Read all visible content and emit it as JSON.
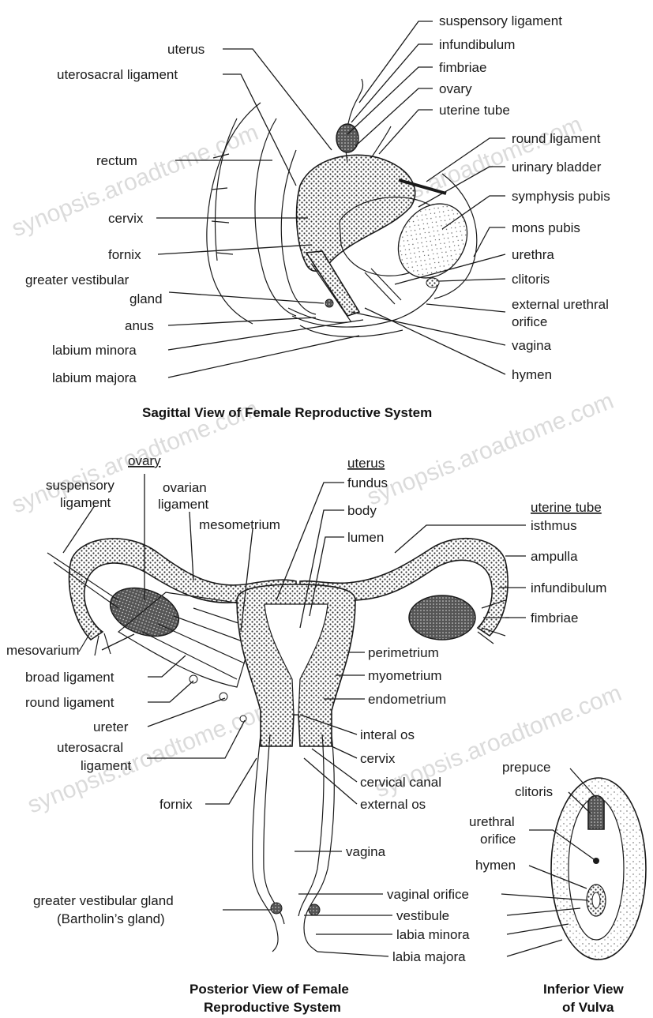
{
  "sagittal": {
    "title": "Sagittal View of Female Reproductive System",
    "labels": {
      "uterus": "uterus",
      "uterosacral": "uterosacral ligament",
      "rectum": "rectum",
      "cervix": "cervix",
      "fornix": "fornix",
      "gvg1": "greater vestibular",
      "gvg2": "gland",
      "anus": "anus",
      "labium_minora": "labium minora",
      "labium_majora": "labium majora",
      "suspensory": "suspensory ligament",
      "infundibulum": "infundibulum",
      "fimbriae": "fimbriae",
      "ovary": "ovary",
      "uterine_tube": "uterine tube",
      "round_ligament": "round ligament",
      "urinary_bladder": "urinary bladder",
      "symphysis": "symphysis pubis",
      "mons": "mons pubis",
      "urethra": "urethra",
      "clitoris": "clitoris",
      "eu_orifice1": "external urethral",
      "eu_orifice2": "orifice",
      "vagina": "vagina",
      "hymen": "hymen"
    }
  },
  "posterior": {
    "title1": "Posterior View of Female",
    "title2": "Reproductive System",
    "labels": {
      "ovary": "ovary",
      "suspensory1": "suspensory",
      "suspensory2": "ligament",
      "ovarian1": "ovarian",
      "ovarian2": "ligament",
      "mesometrium": "mesometrium",
      "uterus": "uterus",
      "fundus": "fundus",
      "body": "body",
      "lumen": "lumen",
      "uterine_tube": "uterine tube",
      "isthmus": "isthmus",
      "ampulla": "ampulla",
      "infundibulum": "infundibulum",
      "fimbriae": "fimbriae",
      "mesovarium": "mesovarium",
      "broad": "broad ligament",
      "round": "round ligament",
      "ureter": "ureter",
      "uterosacral1": "uterosacral",
      "uterosacral2": "ligament",
      "fornix": "fornix",
      "perimetrium": "perimetrium",
      "myometrium": "myometrium",
      "endometrium": "endometrium",
      "interal_os": "interal os",
      "cervix": "cervix",
      "cervical_canal": "cervical canal",
      "external_os": "external os",
      "vagina": "vagina",
      "gvg1": "greater vestibular gland",
      "gvg2": "(Bartholin’s gland)",
      "vaginal_orifice": "vaginal orifice",
      "vestibule": "vestibule",
      "labia_minora": "labia minora",
      "labia_majora": "labia majora"
    }
  },
  "vulva": {
    "title1": "Inferior View",
    "title2": "of Vulva",
    "labels": {
      "prepuce": "prepuce",
      "clitoris": "clitoris",
      "urethral1": "urethral",
      "urethral2": "orifice",
      "hymen": "hymen"
    }
  },
  "watermark": "synopsis.aroadtome.com"
}
